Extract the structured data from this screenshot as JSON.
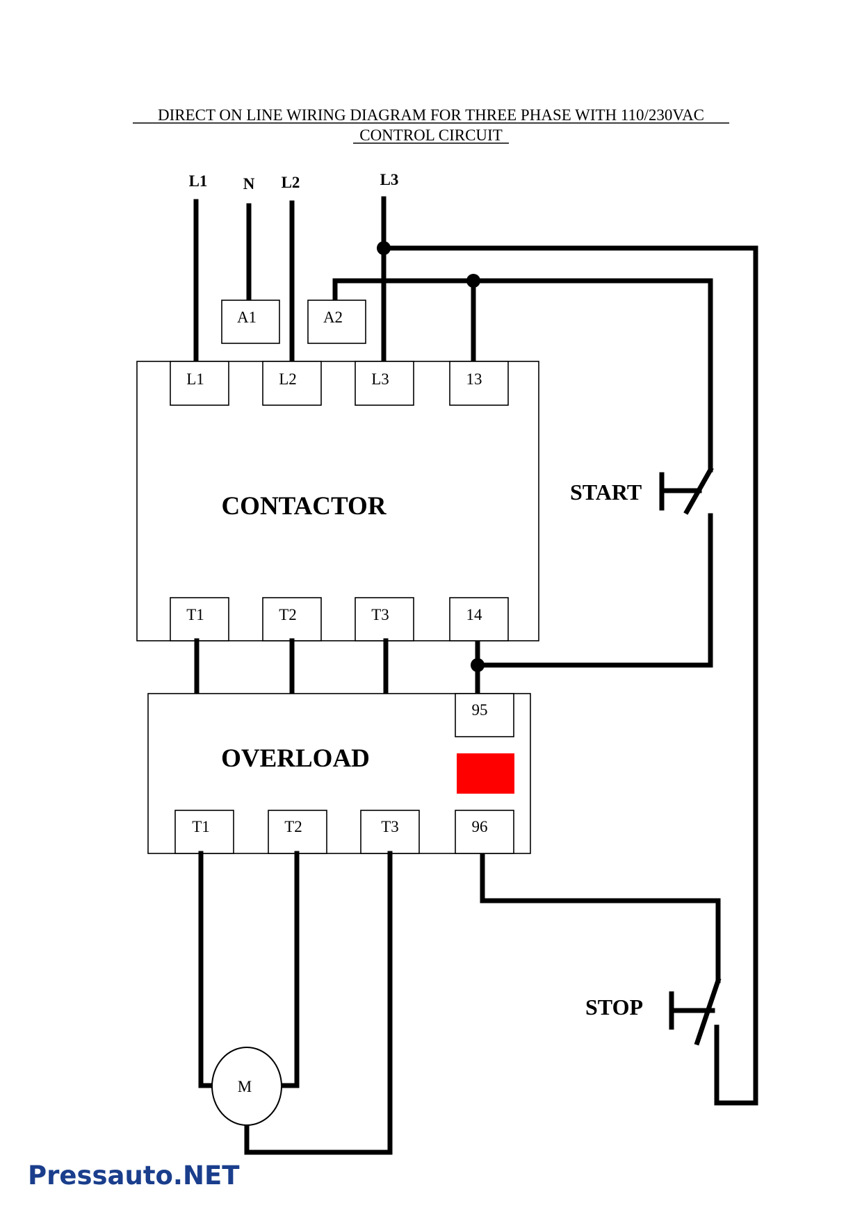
{
  "title": {
    "line1": "DIRECT ON LINE WIRING DIAGRAM FOR THREE PHASE WITH 110/230VAC",
    "line2": "CONTROL CIRCUIT"
  },
  "supply_lines": {
    "l1": "L1",
    "n": "N",
    "l2": "L2",
    "l3": "L3"
  },
  "coil_terminals": {
    "a1": "A1",
    "a2": "A2"
  },
  "contactor": {
    "label": "CONTACTOR",
    "top_terminals": [
      "L1",
      "L2",
      "L3",
      "13"
    ],
    "bottom_terminals": [
      "T1",
      "T2",
      "T3",
      "14"
    ]
  },
  "overload": {
    "label": "OVERLOAD",
    "aux_top": "95",
    "aux_bottom": "96",
    "bottom_terminals": [
      "T1",
      "T2",
      "T3"
    ],
    "indicator_color": "#ff0000"
  },
  "buttons": {
    "start": "START",
    "stop": "STOP"
  },
  "motor": {
    "label": "M"
  },
  "watermark": {
    "text": "Pressauto.NET",
    "color": "#1a3e8c"
  }
}
